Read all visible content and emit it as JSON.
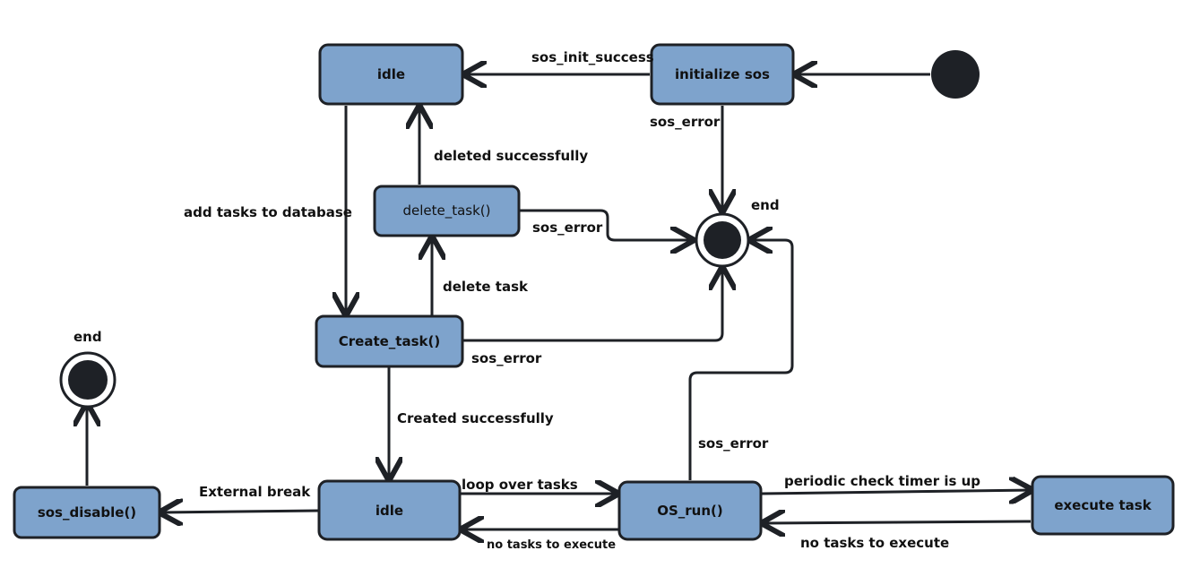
{
  "colors": {
    "state_fill": "#7ea3cc",
    "stroke": "#1e2126",
    "text": "#111111"
  },
  "states": {
    "idle_top": "idle",
    "initialize_sos": "initialize sos",
    "delete_task": "delete_task()",
    "create_task": "Create_task()",
    "idle_bottom": "idle",
    "os_run": "OS_run()",
    "execute_task": "execute task",
    "sos_disable": "sos_disable()"
  },
  "end_labels": {
    "end_main": "end",
    "end_left": "end"
  },
  "transitions": {
    "sos_init_success": "sos_init_success",
    "init_sos_error": "sos_error",
    "deleted_successfully": "deleted successfully",
    "add_tasks_to_database": "add tasks to database",
    "delete_sos_error": "sos_error",
    "delete_task": "delete task",
    "create_sos_error": "sos_error",
    "created_successfully": "Created successfully",
    "run_sos_error": "sos_error",
    "external_break": "External break",
    "loop_over_tasks": "loop over tasks",
    "no_tasks_small": "no tasks to execute",
    "periodic_check": "periodic check timer is up",
    "no_tasks_to_execute": "no tasks to execute"
  }
}
